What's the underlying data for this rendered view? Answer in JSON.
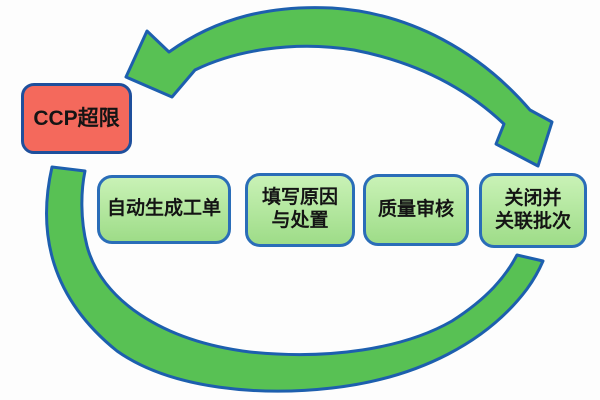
{
  "diagram": {
    "kind": "cycle-flow",
    "alert_node": {
      "label": "CCP超限"
    },
    "steps": [
      {
        "id": "auto-workorder",
        "lines": [
          "自动生成工单"
        ]
      },
      {
        "id": "fill-reason",
        "lines": [
          "填写原因",
          "与处置"
        ]
      },
      {
        "id": "quality-review",
        "lines": [
          "质量审核"
        ]
      },
      {
        "id": "close-link-batch",
        "lines": [
          "关闭并",
          "关联批次"
        ]
      }
    ],
    "arrows": [
      {
        "name": "top-cycle-arrow",
        "style": "double-headed-arc"
      },
      {
        "name": "bottom-cycle-arc",
        "style": "tapered-arc"
      }
    ],
    "colors": {
      "arrow_fill": "#58c154",
      "arrow_border": "#1d5fae",
      "step_fill_top": "#c9f2b6",
      "step_fill_bottom": "#9edc88",
      "step_border": "#2a6db8",
      "alert_fill": "#f4695c",
      "alert_border": "#1e4f9c",
      "text": "#141414",
      "bg": "#fdfdfd"
    }
  }
}
